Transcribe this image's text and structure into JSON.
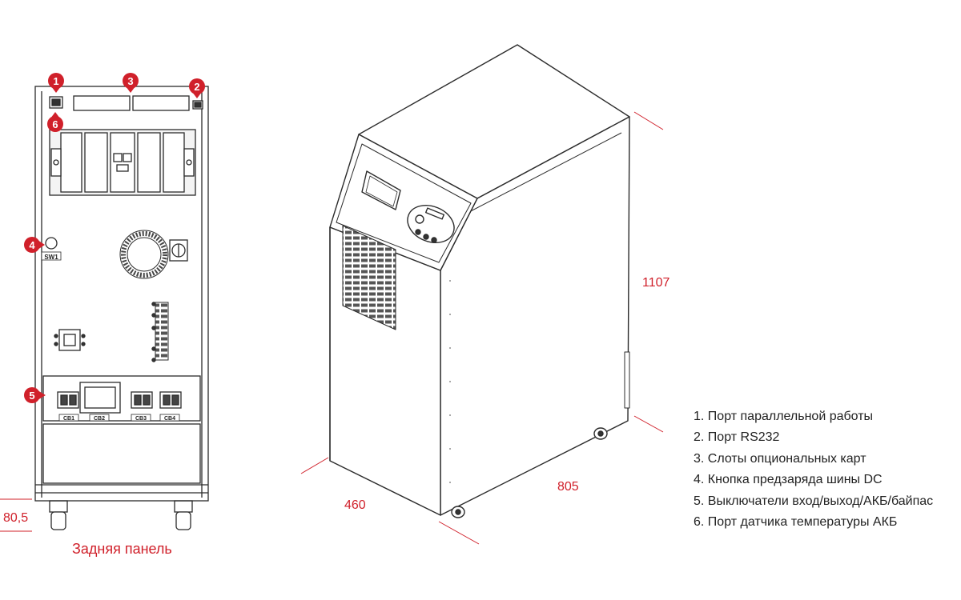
{
  "callouts": [
    "1",
    "2",
    "3",
    "4",
    "5",
    "6"
  ],
  "switch_label": "SW1",
  "breakers": [
    "CB1",
    "CB2",
    "CB3",
    "CB4"
  ],
  "rear_caption": "Задняя панель",
  "dimensions": {
    "height": "1107",
    "depth": "805",
    "width": "460",
    "base": "80,5"
  },
  "legend": [
    "1. Порт параллельной работы",
    "2. Порт RS232",
    "3. Слоты опциональных карт",
    "4. Кнопка предзаряда шины DC",
    "5. Выключатели вход/выход/АКБ/байпас",
    "6. Порт датчика температуры АКБ"
  ],
  "colors": {
    "accent": "#d0202a",
    "line": "#2b2b2b"
  }
}
